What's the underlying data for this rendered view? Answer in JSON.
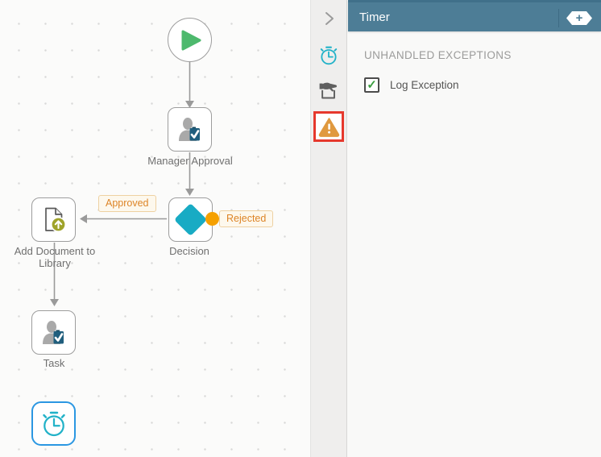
{
  "panel": {
    "title": "Timer",
    "add_button_glyph": "+",
    "section_title": "UNHANDLED EXCEPTIONS",
    "checkbox": {
      "label": "Log Exception",
      "checked": true,
      "glyph": "✓"
    }
  },
  "rail": {
    "icons": [
      {
        "name": "collapse-chevron-icon",
        "meaning": "collapse panel"
      },
      {
        "name": "stopwatch-icon",
        "meaning": "timer properties tab"
      },
      {
        "name": "hand-drop-icon",
        "meaning": "assignment tab"
      },
      {
        "name": "warning-triangle-icon",
        "meaning": "exceptions tab",
        "highlighted": true
      }
    ]
  },
  "canvas": {
    "nodes": [
      {
        "id": "start",
        "type": "start-event",
        "label": ""
      },
      {
        "id": "manager-approval",
        "type": "user-task",
        "label": "Manager Approval"
      },
      {
        "id": "decision",
        "type": "decision",
        "label": "Decision"
      },
      {
        "id": "add-document",
        "type": "document-upload",
        "label": "Add Document to Library"
      },
      {
        "id": "task",
        "type": "user-task",
        "label": "Task"
      },
      {
        "id": "timer",
        "type": "timer",
        "label": "",
        "selected": true
      }
    ],
    "edge_labels": [
      {
        "id": "approved",
        "text": "Approved"
      },
      {
        "id": "rejected",
        "text": "Rejected"
      }
    ]
  },
  "colors": {
    "header_teal": "#4d7d96",
    "accent_cyan": "#22b2c8",
    "start_green": "#4db96d",
    "decision_teal": "#18abc4",
    "rejected_orange": "#f5a000",
    "edge_label_orange": "#dd8426",
    "warning_amber": "#e0993f",
    "highlight_red": "#e6382d",
    "selected_blue": "#2b97e2",
    "check_green": "#3b9e3f"
  }
}
